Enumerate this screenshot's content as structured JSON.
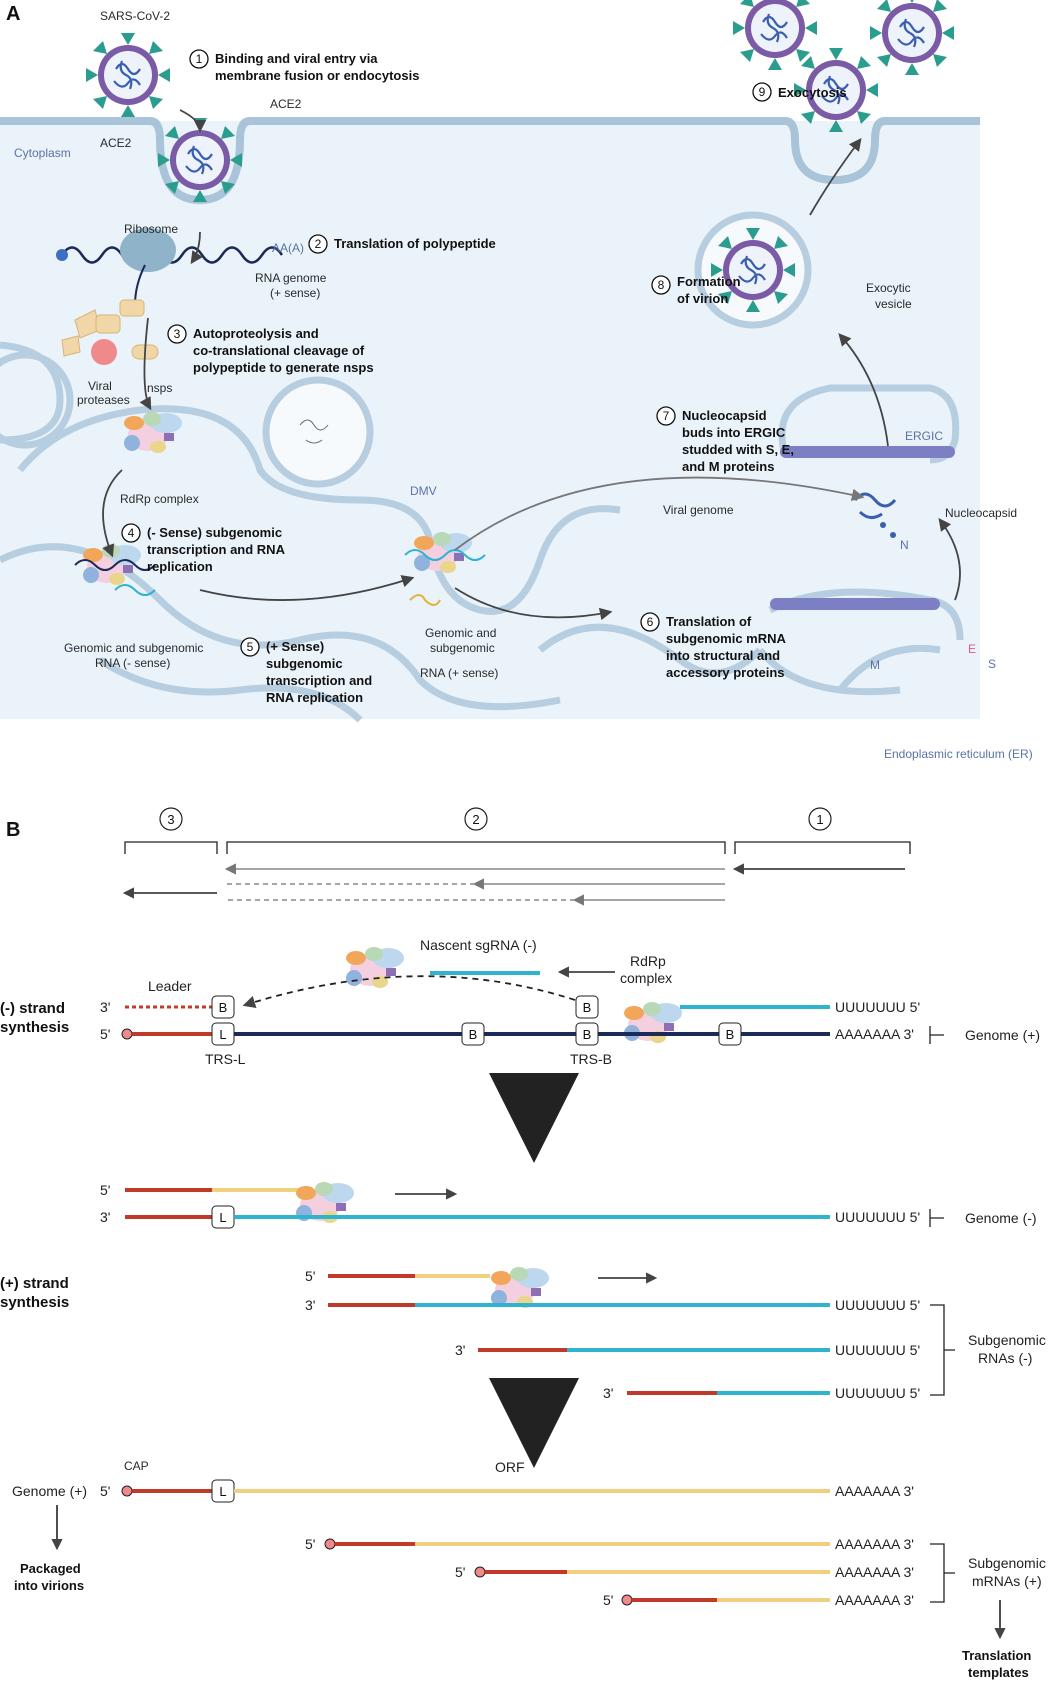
{
  "panel_a": {
    "label": "A",
    "virus": "SARS-CoV-2",
    "ace2_left": "ACE2",
    "ace2_right": "ACE2",
    "cytoplasm": "Cytoplasm",
    "ribosome": "Ribosome",
    "rna_genome_1": "RNA genome",
    "rna_genome_2": "(+ sense)",
    "polya": "AA(A)",
    "viral_proteases_1": "Viral",
    "viral_proteases_2": "proteases",
    "nsps": "nsps",
    "rdrp_complex": "RdRp complex",
    "dmv": "DMV",
    "ergic": "ERGIC",
    "exocytic_1": "Exocytic",
    "exocytic_2": "vesicle",
    "nucleocapsid": "Nucleocapsid",
    "viral_genome": "Viral genome",
    "n_label": "N",
    "m_label": "M",
    "e_label": "E",
    "s_label": "S",
    "genomic_neg_1": "Genomic and subgenomic",
    "genomic_neg_2": "RNA (- sense)",
    "genomic_pos_1": "Genomic and",
    "genomic_pos_2": "subgenomic",
    "genomic_pos_3": "RNA (+ sense)",
    "er": "Endoplasmic reticulum (ER)",
    "steps": [
      {
        "num": "1",
        "lines": [
          "Binding and viral entry via",
          "membrane fusion or endocytosis"
        ]
      },
      {
        "num": "2",
        "lines": [
          "Translation of polypeptide"
        ]
      },
      {
        "num": "3",
        "lines": [
          "Autoproteolysis and",
          "co-translational cleavage of",
          "polypeptide to generate nsps"
        ]
      },
      {
        "num": "4",
        "lines": [
          "(- Sense) subgenomic",
          "transcription and RNA",
          "replication"
        ]
      },
      {
        "num": "5",
        "lines": [
          "(+ Sense)",
          "subgenomic",
          "transcription and",
          "RNA replication"
        ]
      },
      {
        "num": "6",
        "lines": [
          "Translation of",
          "subgenomic mRNA",
          "into structural and",
          "accessory proteins"
        ]
      },
      {
        "num": "7",
        "lines": [
          "Nucleocapsid",
          "buds into ERGIC",
          "studded with S, E,",
          "and M proteins"
        ]
      },
      {
        "num": "8",
        "lines": [
          "Formation",
          "of virion"
        ]
      },
      {
        "num": "9",
        "lines": [
          "Exocytosis"
        ]
      }
    ]
  },
  "panel_b": {
    "label": "B",
    "brackets": [
      "3",
      "2",
      "1"
    ],
    "neg_synthesis_1": "(-) strand",
    "neg_synthesis_2": "synthesis",
    "pos_synthesis_1": "(+) strand",
    "pos_synthesis_2": "synthesis",
    "leader": "Leader",
    "nascent": "Nascent sgRNA (-)",
    "rdrp_1": "RdRp",
    "rdrp_2": "complex",
    "trs_l": "TRS-L",
    "trs_b": "TRS-B",
    "box_l": "L",
    "box_b": "B",
    "end_3": "3'",
    "end_5": "5'",
    "end_u5": "UUUUUUU 5'",
    "end_a3": "AAAAAAA 3'",
    "genome_pos": "Genome (+)",
    "genome_neg": "Genome (-)",
    "subgenomic_rnas_1": "Subgenomic",
    "subgenomic_rnas_2": "RNAs (-)",
    "subgenomic_mrnas_1": "Subgenomic",
    "subgenomic_mrnas_2": "mRNAs (+)",
    "cap": "CAP",
    "orf": "ORF",
    "packaged_1": "Packaged",
    "packaged_2": "into virions",
    "translation_1": "Translation",
    "translation_2": "templates"
  },
  "colors": {
    "cytoplasm_bg": "#eaf3f9",
    "membrane": "#a9c3d9",
    "red": "#c0392b",
    "navy": "#1b2a57",
    "cyan": "#2eb3d1",
    "yellow": "#f1cf7c",
    "spike": "#2a9d8f",
    "capsid": "#3a5fb0"
  }
}
